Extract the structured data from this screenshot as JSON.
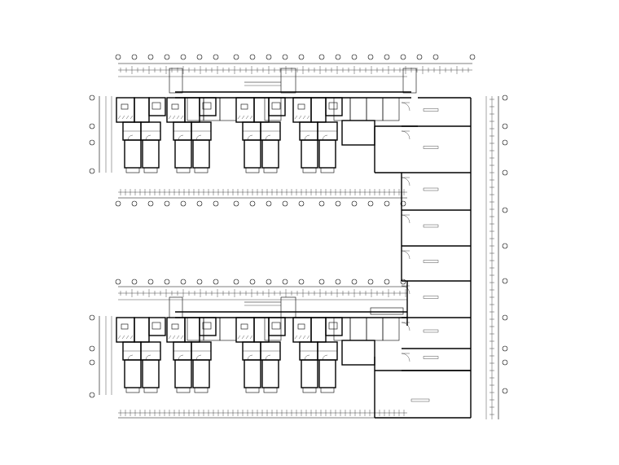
{
  "drawing": {
    "type": "architectural floor plan",
    "text_legible": false,
    "blocks": [
      {
        "id": "north-block",
        "units": 4
      },
      {
        "id": "south-block",
        "units": 4
      }
    ],
    "shop_bays": 8,
    "colors": {
      "line": "#000000",
      "background": "#ffffff"
    }
  }
}
